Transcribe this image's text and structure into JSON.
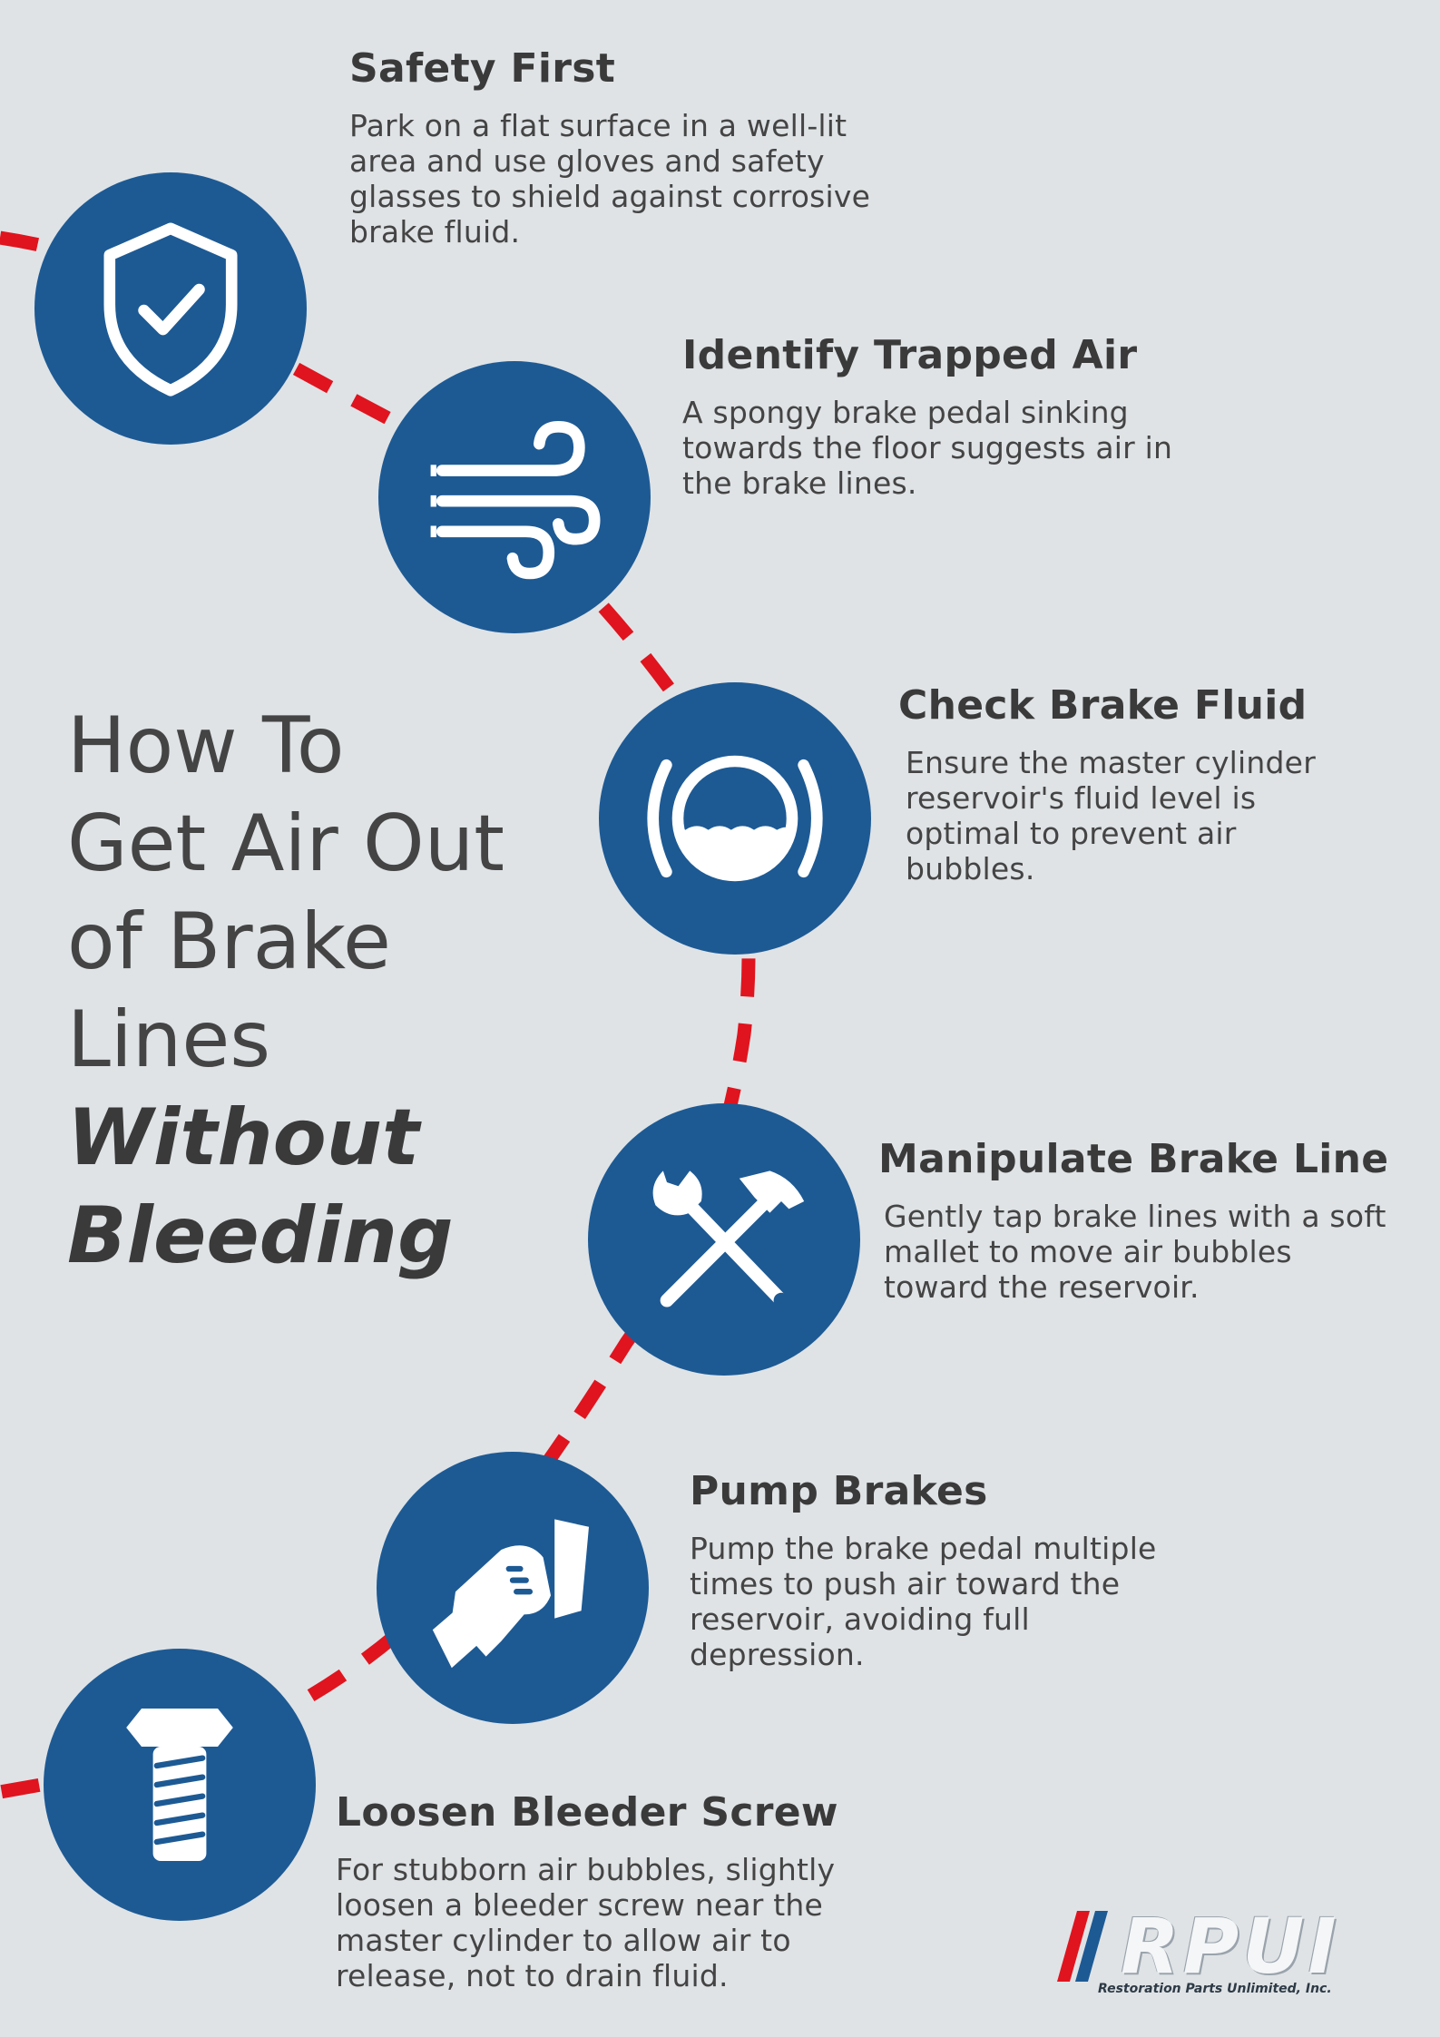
{
  "title": {
    "lines": [
      "How To",
      "Get Air Out",
      "of Brake",
      "Lines"
    ],
    "emphasis": [
      "Without",
      "Bleeding"
    ]
  },
  "steps": [
    {
      "title": "Safety First",
      "text": "Park on a flat surface in a well-lit area and use gloves and safety glasses to shield against corrosive brake fluid.",
      "icon": "shield-check-icon"
    },
    {
      "title": "Identify Trapped Air",
      "text": "A spongy brake pedal sinking towards the floor suggests air in the brake lines.",
      "icon": "wind-icon"
    },
    {
      "title": "Check Brake Fluid",
      "text": "Ensure the master cylinder reservoir's fluid level is optimal to prevent air bubbles.",
      "icon": "brake-fluid-warning-icon"
    },
    {
      "title": "Manipulate Brake Line",
      "text": "Gently tap brake lines with a soft mallet to move air bubbles toward the reservoir.",
      "icon": "wrench-hammer-icon"
    },
    {
      "title": "Pump Brakes",
      "text": "Pump the brake pedal multiple times to push air toward the reservoir, avoiding full depression.",
      "icon": "foot-pedal-icon"
    },
    {
      "title": "Loosen Bleeder Screw",
      "text": "For stubborn air bubbles, slightly loosen a bleeder screw near the master cylinder to allow air to release, not to drain fluid.",
      "icon": "bolt-icon"
    }
  ],
  "logo": {
    "name": "RPUI",
    "tagline": "Restoration Parts Unlimited, Inc."
  },
  "colors": {
    "background": "#dfe3e6",
    "circle": "#1d5a94",
    "path": "#e0141e",
    "text": "#3d3d3d"
  }
}
